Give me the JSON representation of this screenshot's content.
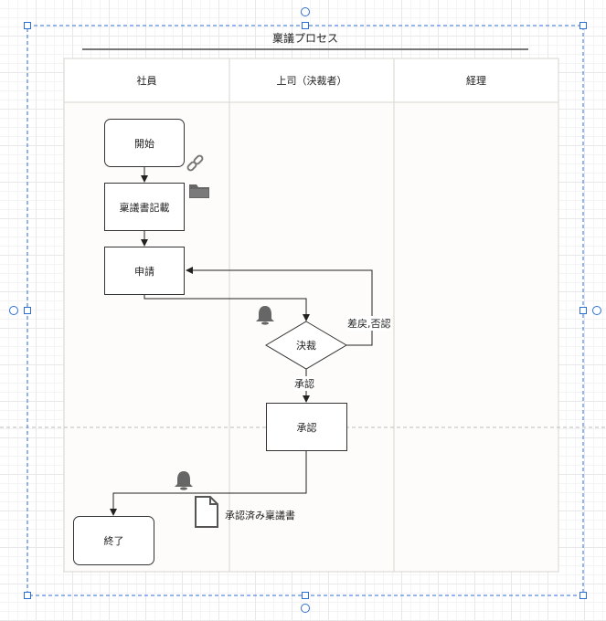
{
  "diagram": {
    "title": "稟議プロセス",
    "lanes": [
      "社員",
      "上司（決裁者）",
      "経理"
    ],
    "nodes": {
      "start": "開始",
      "draft": "稟議書記載",
      "apply": "申請",
      "decision": "決裁",
      "approve": "承認",
      "end": "終了"
    },
    "edge_labels": {
      "reject": "差戻,否認",
      "approved": "承認"
    },
    "document_label": "承認済み稟議書"
  },
  "icons": {
    "link": "link-icon",
    "folder": "folder-icon",
    "bell": "bell-icon",
    "document": "document-icon"
  },
  "colors": {
    "selection": "#2d6fd1",
    "icon": "#666666",
    "stroke": "#333333"
  }
}
